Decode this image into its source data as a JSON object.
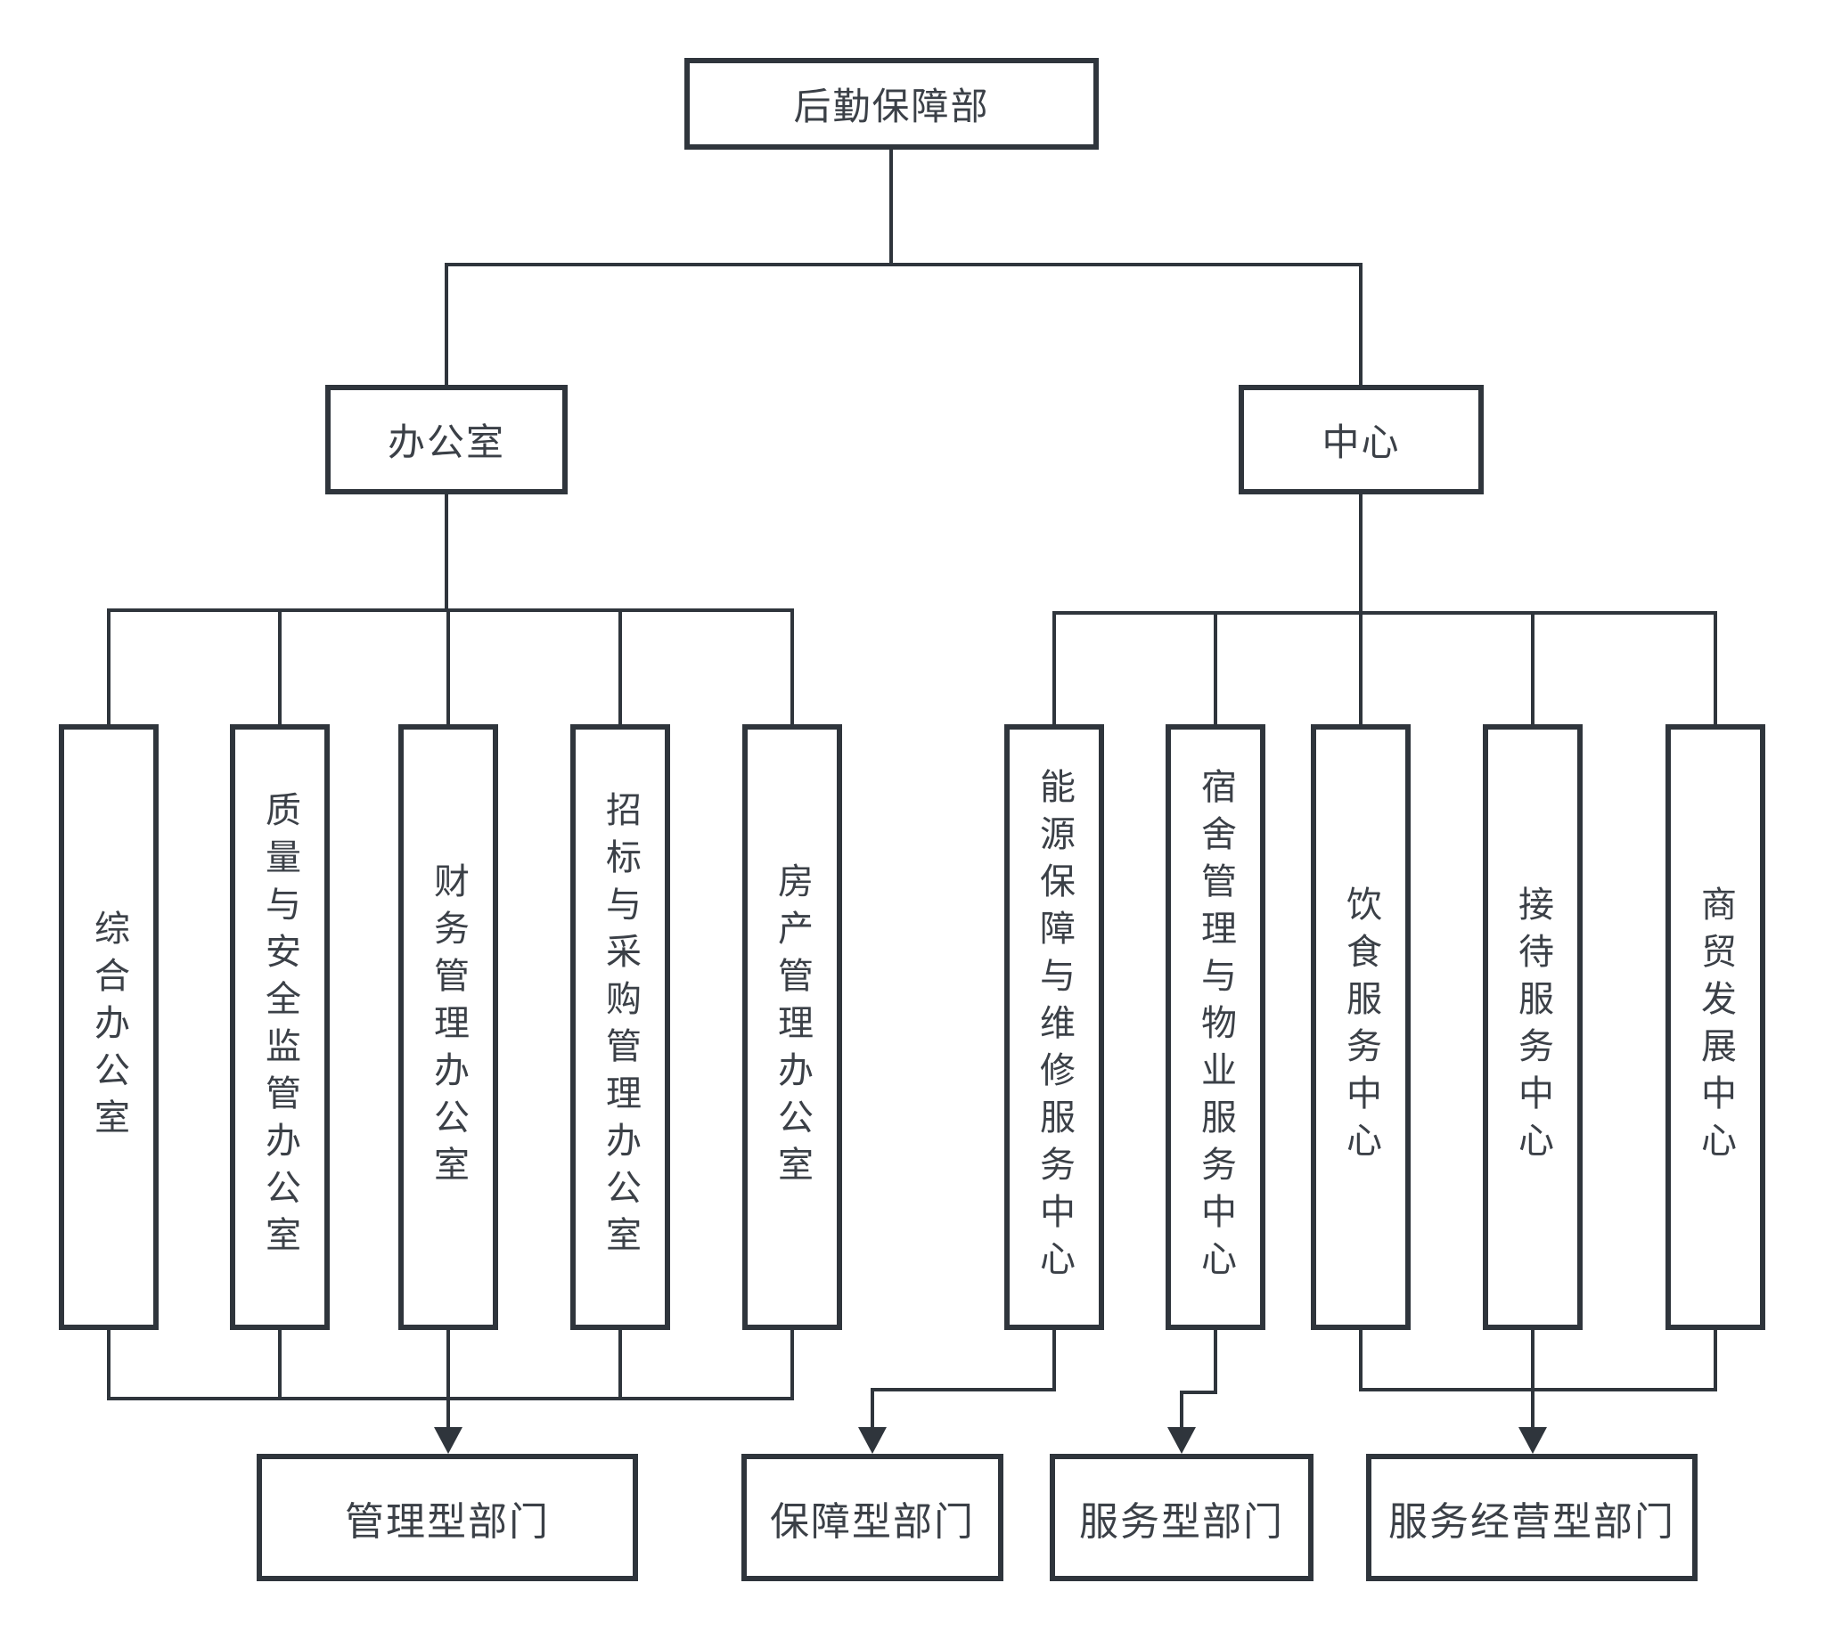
{
  "diagram": {
    "root": {
      "label": "后勤保障部"
    },
    "branches": {
      "office": {
        "label": "办公室"
      },
      "center": {
        "label": "中心"
      }
    },
    "office_children": [
      "综合办公室",
      "质量与安全监管办公室",
      "财务管理办公室",
      "招标与采购管理办公室",
      "房产管理办公室"
    ],
    "center_children": [
      "能源保障与维修服务中心",
      "宿舍管理与物业服务中心",
      "饮食服务中心",
      "接待服务中心",
      "商贸发展中心"
    ],
    "categories": [
      "管理型部门",
      "保障型部门",
      "服务型部门",
      "服务经营型部门"
    ],
    "colors": {
      "line": "#2f353c",
      "text": "#3b4047",
      "background": "#ffffff"
    }
  }
}
